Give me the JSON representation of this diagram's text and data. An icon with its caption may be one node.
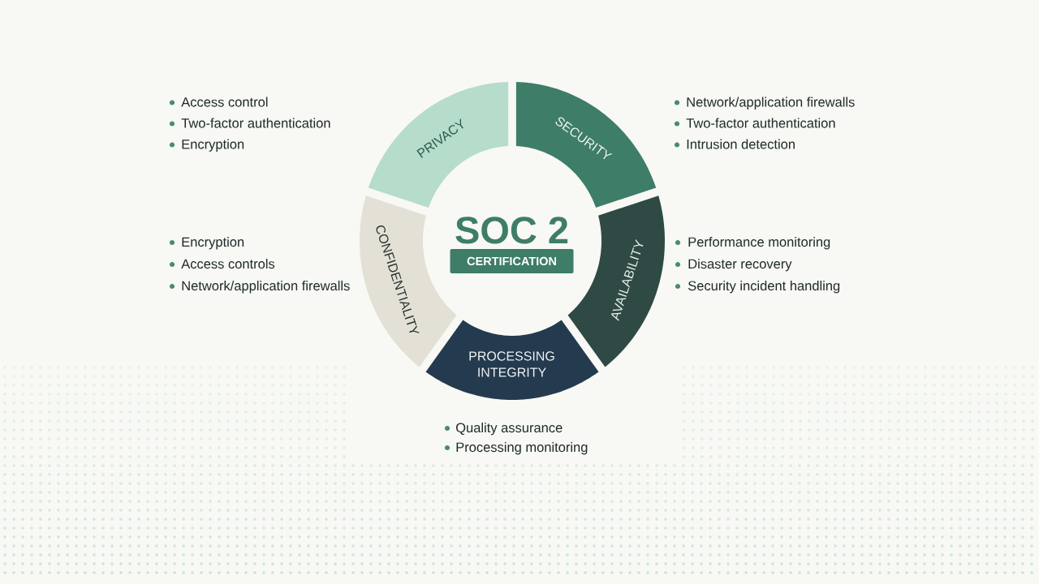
{
  "diagram": {
    "nodes": [
      {
        "text": [
          "PRIVACY"
        ],
        "beside": [
          "Access control",
          "Two-factor authentication",
          "Encryption"
        ]
      },
      {
        "text": [
          "SECURITY"
        ],
        "beside": [
          "Network/application firewalls",
          "Two-factor authentication",
          "Intrusion detection"
        ]
      },
      {
        "text": [
          "AVAILABILITY"
        ],
        "beside": [
          "Performance monitoring",
          "Disaster recovery",
          "Security incident handling"
        ]
      },
      {
        "text": [
          "PROCESSING INTEGRITY"
        ],
        "beside": [
          "Quality assurance",
          "Processing monitoring"
        ]
      },
      {
        "text": [
          "CONFIDENTIALITY"
        ],
        "beside": [
          "Encryption",
          "Access controls",
          "Network/application firewalls"
        ]
      },
      {
        "text": [
          "CERTIFICATION"
        ]
      }
    ],
    "labels": [
      "SOC 2"
    ]
  }
}
